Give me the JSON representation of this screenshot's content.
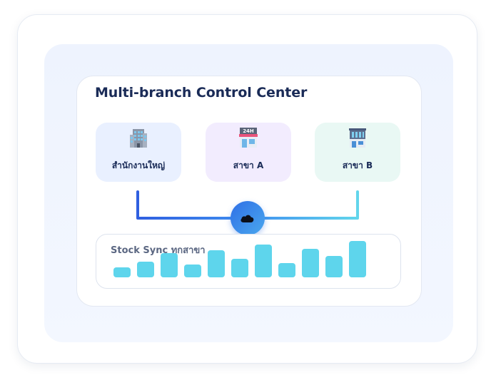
{
  "title": "Multi-branch Control Center",
  "branches": [
    {
      "label": "สำนักงานใหญ่",
      "icon": "office-building-icon"
    },
    {
      "label": "สาขา A",
      "icon": "convenience-store-icon"
    },
    {
      "label": "สาขา B",
      "icon": "building-icon"
    }
  ],
  "hub": {
    "icon": "cloud-icon"
  },
  "stock": {
    "label": "Stock Sync ทุกสาขา",
    "levels": [
      0.27,
      0.42,
      0.65,
      0.35,
      0.73,
      0.5,
      0.88,
      0.38,
      0.76,
      0.58,
      0.98
    ]
  },
  "colors": {
    "accent_blue": "#2f6fe6",
    "accent_cyan": "#5ed5ec",
    "title": "#1a2b57"
  }
}
